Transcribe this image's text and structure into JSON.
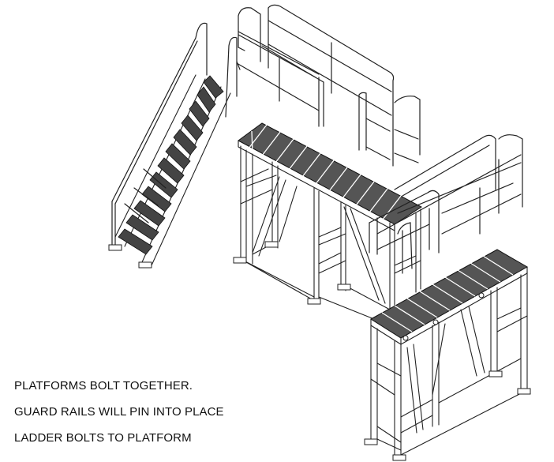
{
  "notes": [
    "PLATFORMS BOLT TOGETHER.",
    "GUARD RAILS WILL  PIN INTO PLACE",
    "LADDER BOLTS TO PLATFORM"
  ]
}
